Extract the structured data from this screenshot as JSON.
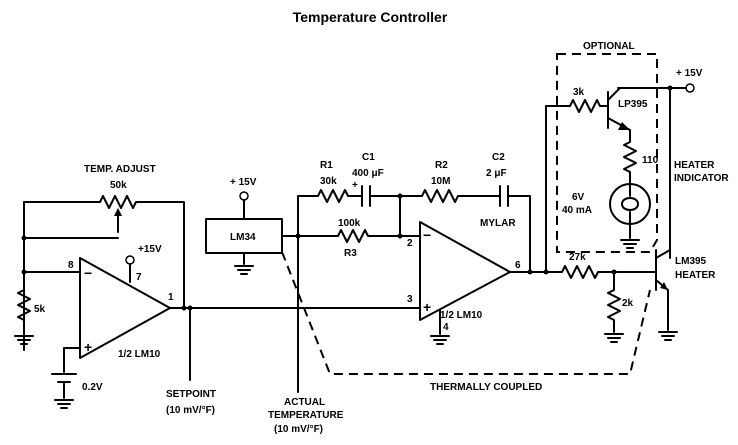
{
  "title": "Temperature Controller",
  "labels": {
    "optional": "OPTIONAL",
    "plus15_right": "+ 15V",
    "plus15_lm34": "+ 15V",
    "plus15_opamp1": "+15V",
    "lp395": "LP395",
    "r3k": "3k",
    "r110": "110",
    "heater_indicator_1": "HEATER",
    "heater_indicator_2": "INDICATOR",
    "lamp_v": "6V",
    "lamp_i": "40 mA",
    "temp_adjust": "TEMP. ADJUST",
    "pot_50k": "50k",
    "r1": "R1",
    "r1_val": "30k",
    "c1": "C1",
    "c1_val": "400 μF",
    "r2": "R2",
    "r2_val": "10M",
    "c2": "C2",
    "c2_val": "2 μF",
    "mylar": "MYLAR",
    "r3_val": "100k",
    "r3": "R3",
    "lm34": "LM34",
    "r27k": "27k",
    "r2k": "2k",
    "lm395_1": "LM395",
    "lm395_2": "HEATER",
    "r5k": "5k",
    "pin8": "8",
    "pin7": "7",
    "pin1": "1",
    "pin2": "2",
    "pin3": "3",
    "pin4": "4",
    "pin6": "6",
    "minus_a": "−",
    "plus_a": "+",
    "minus_b": "−",
    "plus_b": "+",
    "lm10_a": "1/2 LM10",
    "lm10_b": "1/2 LM10",
    "v02": "0.2V",
    "setpoint_1": "SETPOINT",
    "setpoint_2": "(10 mV/°F)",
    "actual_1": "ACTUAL",
    "actual_2": "TEMPERATURE",
    "actual_3": "(10 mV/°F)",
    "thermally_coupled": "THERMALLY COUPLED",
    "c1_plus": "+"
  }
}
